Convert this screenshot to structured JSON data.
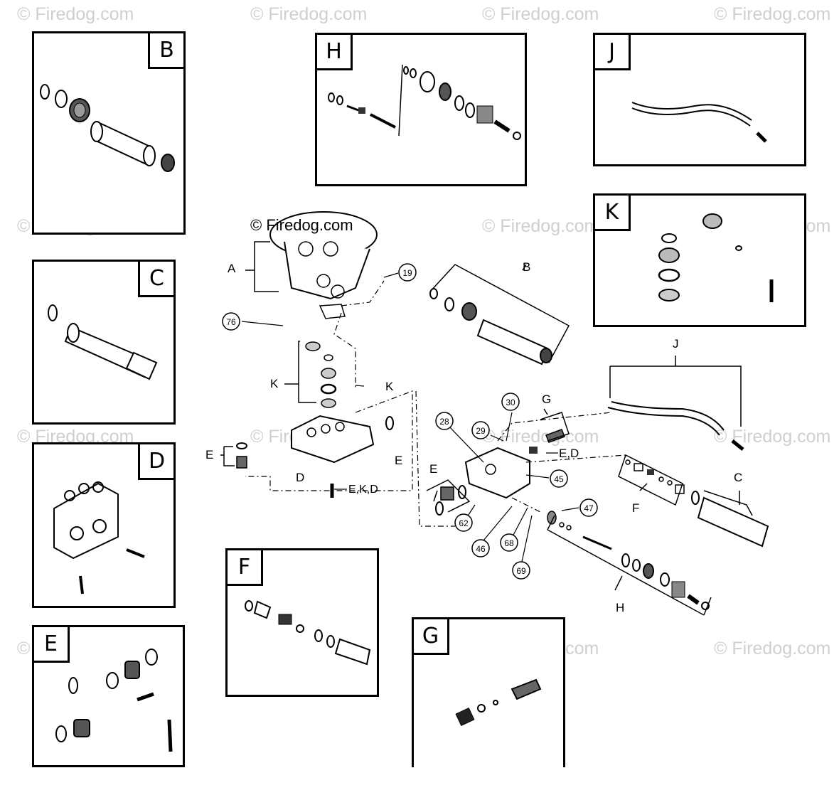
{
  "watermark_text": "© Firedog.com",
  "copyright_text": "© Firedog.com",
  "inset_labels": {
    "B": "B",
    "C": "C",
    "D": "D",
    "E": "E",
    "F": "F",
    "G": "G",
    "H": "H",
    "J": "J",
    "K": "K"
  },
  "group_labels": {
    "A": "A",
    "B": "B",
    "C": "C",
    "D": "D",
    "E1": "E",
    "E2": "E",
    "E3": "E",
    "F": "F",
    "G": "G",
    "H": "H",
    "J": "J",
    "K1": "K",
    "K2": "K",
    "ED": "E,D",
    "EKD": "E,K,D"
  },
  "callouts": {
    "c19": "19",
    "c76": "76",
    "c30": "30",
    "c28": "28",
    "c29": "29",
    "c45": "45",
    "c47": "47",
    "c62": "62",
    "c46": "46",
    "c68": "68",
    "c69": "69"
  }
}
